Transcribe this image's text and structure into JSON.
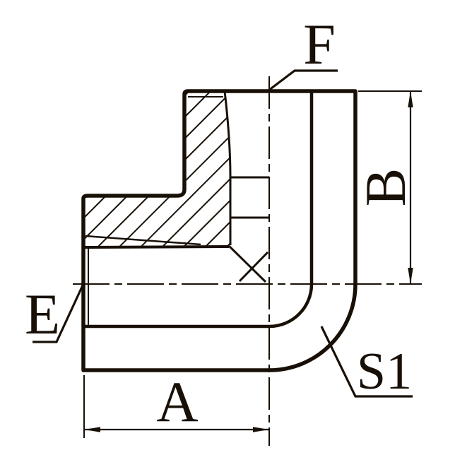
{
  "drawing": {
    "labels": {
      "thread_top": "F",
      "thread_left": "E",
      "dim_horizontal": "A",
      "dim_vertical": "B",
      "wrench_size": "S1"
    },
    "colors": {
      "ink": "#181007",
      "background": "#ffffff"
    }
  }
}
